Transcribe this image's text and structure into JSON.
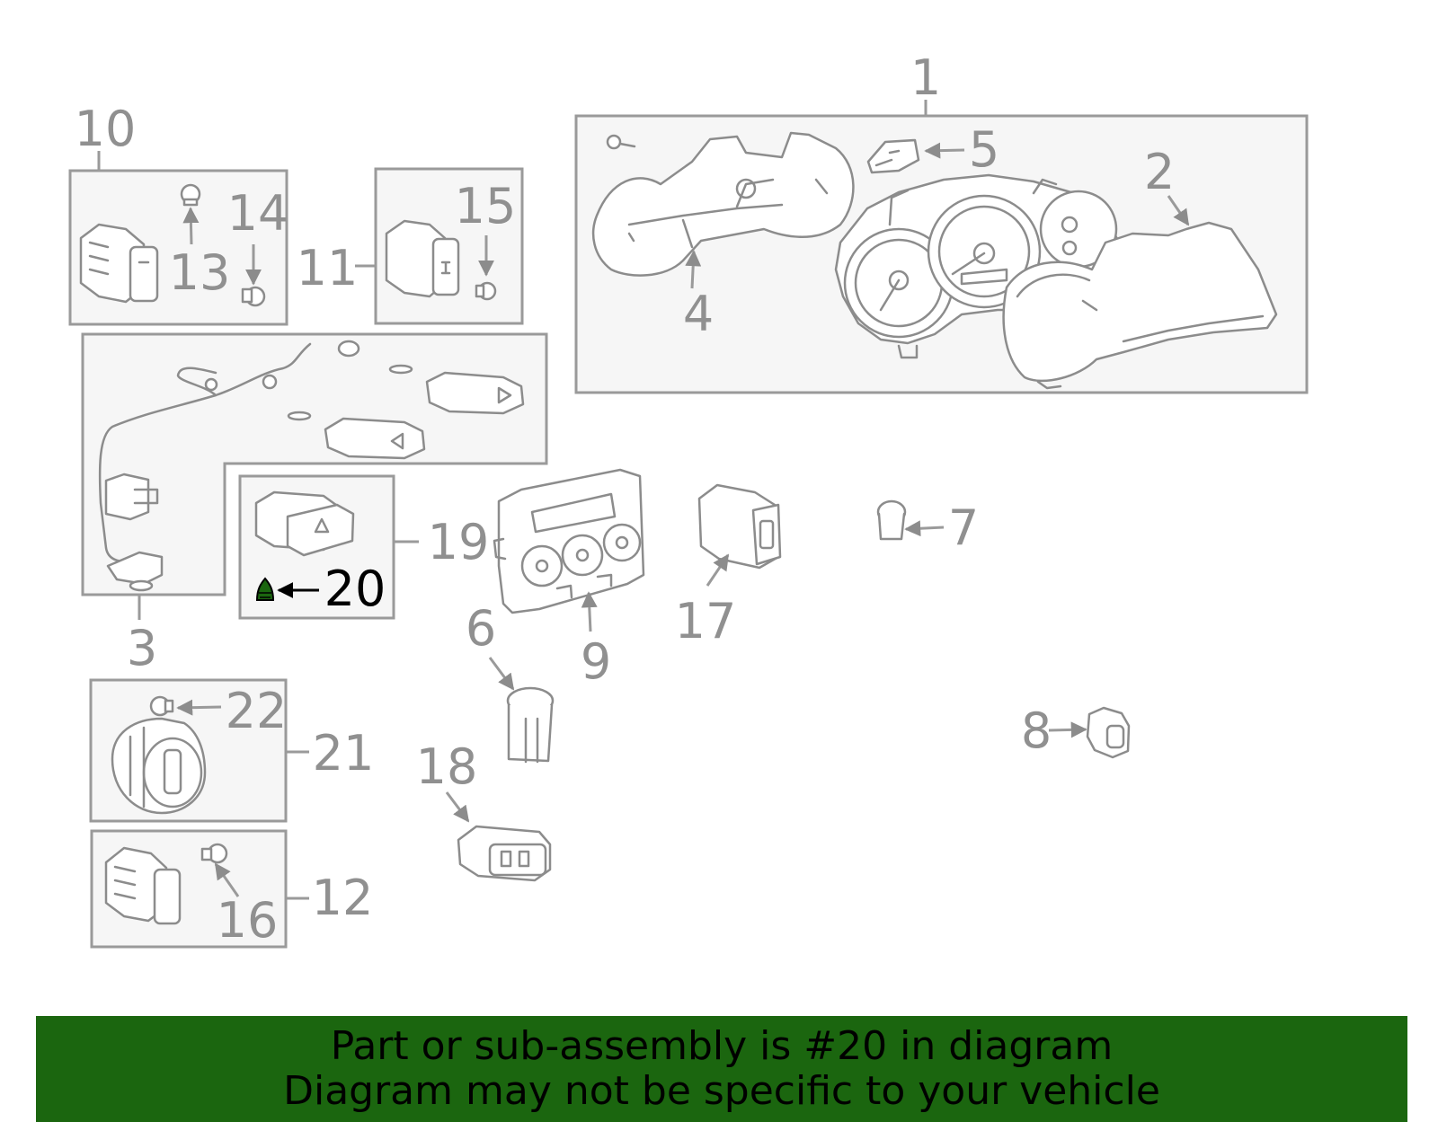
{
  "diagram": {
    "highlight_color": "#1b660f",
    "callouts": [
      {
        "id": "c1",
        "label": "1"
      },
      {
        "id": "c2",
        "label": "2"
      },
      {
        "id": "c3",
        "label": "3"
      },
      {
        "id": "c4",
        "label": "4"
      },
      {
        "id": "c5",
        "label": "5"
      },
      {
        "id": "c6",
        "label": "6"
      },
      {
        "id": "c7",
        "label": "7"
      },
      {
        "id": "c8",
        "label": "8"
      },
      {
        "id": "c9",
        "label": "9"
      },
      {
        "id": "c10",
        "label": "10"
      },
      {
        "id": "c11",
        "label": "11"
      },
      {
        "id": "c12",
        "label": "12"
      },
      {
        "id": "c13",
        "label": "13"
      },
      {
        "id": "c14",
        "label": "14"
      },
      {
        "id": "c15",
        "label": "15"
      },
      {
        "id": "c16",
        "label": "16"
      },
      {
        "id": "c17",
        "label": "17"
      },
      {
        "id": "c18",
        "label": "18"
      },
      {
        "id": "c19",
        "label": "19"
      },
      {
        "id": "c20",
        "label": "20",
        "highlighted": true
      },
      {
        "id": "c21",
        "label": "21"
      },
      {
        "id": "c22",
        "label": "22"
      }
    ]
  },
  "banner": {
    "line1": "Part or sub-assembly is #20 in diagram",
    "line2": "Diagram may not be specific to your vehicle",
    "background": "#1b660f"
  }
}
